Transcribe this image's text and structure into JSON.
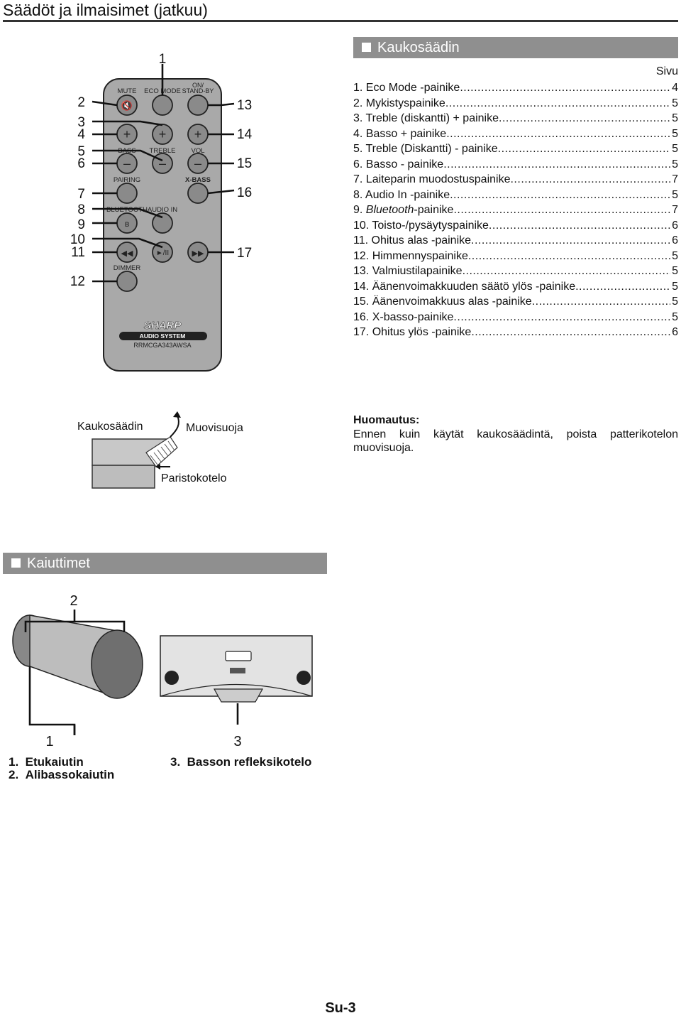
{
  "page": {
    "title": "Säädöt ja ilmaisimet (jatkuu)",
    "footer": "Su-3"
  },
  "remote_section": {
    "heading": "Kaukosäädin",
    "page_column_label": "Sivu",
    "items": [
      {
        "label": "1. Eco Mode -painike",
        "page": "4"
      },
      {
        "label": "2. Mykistyspainike",
        "page": "5"
      },
      {
        "label": "3. Treble (diskantti) + painike",
        "page": "5"
      },
      {
        "label": "4. Basso + painike",
        "page": "5"
      },
      {
        "label": "5. Treble (Diskantti) - painike",
        "page": "5"
      },
      {
        "label": "6. Basso - painike",
        "page": "5"
      },
      {
        "label": "7. Laiteparin muodostuspainike",
        "page": "7"
      },
      {
        "label": "8. Audio In -painike",
        "page": "5"
      },
      {
        "label_num": "9.",
        "label_italic": "Bluetooth",
        "label_rest": "-painike",
        "page": "7"
      },
      {
        "label": "10. Toisto-/pysäytyspainike",
        "page": "6"
      },
      {
        "label": "11. Ohitus alas -painike",
        "page": "6"
      },
      {
        "label": "12. Himmennyspainike",
        "page": "5"
      },
      {
        "label": "13. Valmiustilapainike",
        "page": "5"
      },
      {
        "label": "14. Äänenvoimakkuuden säätö ylös -painike",
        "page": "5"
      },
      {
        "label": "15. Äänenvoimakkuus alas -painike",
        "page": "5"
      },
      {
        "label": "16. X-basso-painike",
        "page": "5"
      },
      {
        "label": "17. Ohitus ylös -painike",
        "page": "6"
      }
    ]
  },
  "remote_figure": {
    "callouts_left": [
      "2",
      "3",
      "4",
      "5",
      "6",
      "7",
      "8",
      "9",
      "10",
      "11",
      "12"
    ],
    "callout_top": "1",
    "callouts_right": [
      "13",
      "14",
      "15",
      "16",
      "17"
    ],
    "button_labels": {
      "mute": "MUTE",
      "eco_mode": "ECO MODE",
      "on_standby_1": "ON/",
      "on_standby_2": "STAND-BY",
      "bass": "BASS",
      "treble": "TREBLE",
      "vol": "VOL",
      "pairing": "PAIRING",
      "xbass": "X-BASS",
      "bluetooth": "BLUETOOTH",
      "audio_in": "AUDIO IN",
      "dimmer": "DIMMER",
      "play_pause": "►/II"
    },
    "brand": "SHARP",
    "brand_sub": "AUDIO SYSTEM",
    "model": "RRMCGA343AWSA"
  },
  "battery_figure": {
    "remote_label": "Kaukosäädin",
    "sheet_label": "Muovisuoja",
    "cover_label": "Paristokotelo"
  },
  "note": {
    "heading": "Huomautus:",
    "body": "Ennen kuin käytät kaukosäädintä, poista patterikotelon muovisuoja."
  },
  "speakers_section": {
    "heading": "Kaiuttimet",
    "callouts": {
      "top": "2",
      "left_bottom": "1",
      "right_bottom": "3"
    },
    "items": [
      {
        "num": "1.",
        "label": "Etukaiutin"
      },
      {
        "num": "2.",
        "label": "Alibassokaiutin"
      },
      {
        "num": "3.",
        "label": "Basson refleksikotelo"
      }
    ]
  }
}
